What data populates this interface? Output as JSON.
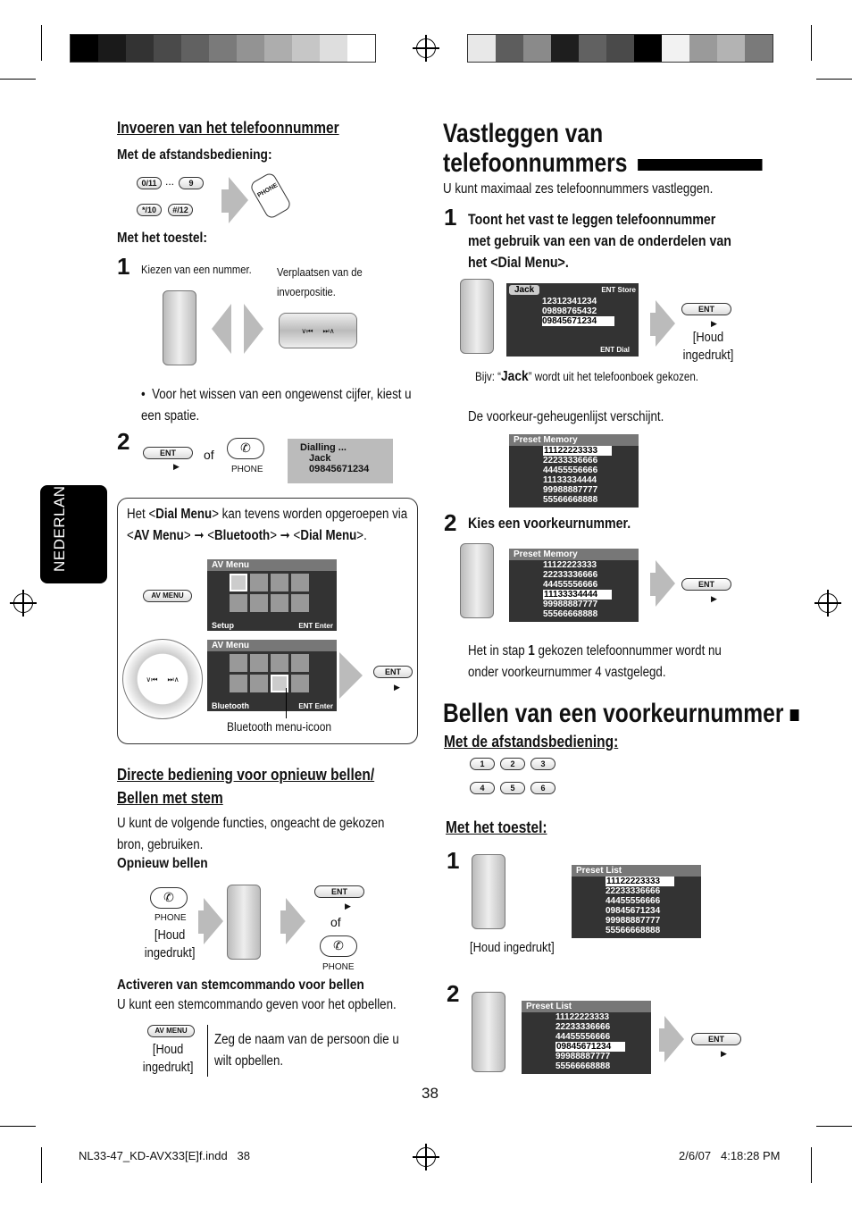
{
  "left": {
    "section1_title": "Invoeren van het telefoonnummer",
    "remote_label": "Met de afstandsbediening:",
    "key_labels": [
      "0/11",
      "9",
      "*/10",
      "#/12"
    ],
    "ellipsis": "...",
    "phone_key": "PHONE",
    "device_label": "Met het toestel:",
    "step1": "1",
    "step1_text_a": "Kiezen van een nummer.",
    "step1_text_b": "Verplaatsen van de invoerpositie.",
    "bullet": "Voor het wissen van een ongewenst cijfer, kiest u een spatie.",
    "step2": "2",
    "ent": "ENT",
    "of": "of",
    "phone": "PHONE",
    "dialling": [
      "Dialling ...",
      "Jack",
      "09845671234"
    ],
    "box_text_1": "Het <",
    "box_dial_menu": "Dial Menu",
    "box_text_2": "> kan tevens worden opgeroepen via",
    "box_av_menu": "AV Menu",
    "box_bluetooth": "Bluetooth",
    "av_menu_btn": "AV MENU",
    "avmenu_title": "AV Menu",
    "setup_label": "Setup",
    "enter_label": "Enter",
    "bluetooth_label": "Bluetooth",
    "bt_caption": "Bluetooth menu-icoon",
    "section2_title_a": "Directe bediening voor opnieuw bellen/",
    "section2_title_b": "Bellen met stem",
    "section2_text": "U kunt de volgende functies, ongeacht de gekozen bron, gebruiken.",
    "redial": "Opnieuw bellen",
    "hold": "[Houd ingedrukt]",
    "voice_title": "Activeren van stemcommando voor bellen",
    "voice_text": "U kunt een stemcommando geven voor het opbellen.",
    "voice_say": "Zeg de naam van de persoon die u wilt opbellen."
  },
  "side_tab": "NEDERLANDS",
  "right": {
    "title_a": "Vastleggen van",
    "title_b": "telefoonnummers",
    "intro": "U kunt maximaal zes telefoonnummers vastleggen.",
    "step1": "1",
    "step1_text": "Toont het vast te leggen telefoonnummer met gebruik van een van de onderdelen van het <Dial Menu>.",
    "jack_tag": "Jack",
    "store": "Store",
    "dial": "Dial",
    "jack_numbers": [
      "12312341234",
      "09898765432",
      "09845671234"
    ],
    "hold": "[Houd ingedrukt]",
    "example_a": "Bijv: “",
    "example_jack": "Jack",
    "example_b": "” wordt uit het telefoonboek gekozen.",
    "preset_appears": "De voorkeur-geheugenlijst verschijnt.",
    "preset_memory": "Preset Memory",
    "preset_numbers_1": [
      "11122223333",
      "22233336666",
      "44455556666",
      "11133334444",
      "99988887777",
      "55566668888"
    ],
    "step2": "2",
    "step2_text": "Kies een voorkeurnummer.",
    "preset_numbers_2": [
      "11122223333",
      "22233336666",
      "44455556666",
      "11133334444",
      "99988887777",
      "55566668888"
    ],
    "stored_a": "Het in stap ",
    "stored_b": "1",
    "stored_c": " gekozen telefoonnummer wordt nu onder voorkeurnummer 4 vastgelegd.",
    "title2": "Bellen van een voorkeurnummer",
    "remote_label": "Met de afstandsbediening:",
    "num_keys": [
      "1",
      "2",
      "3",
      "4",
      "5",
      "6"
    ],
    "device_label": "Met het toestel:",
    "preset_list": "Preset List",
    "list_numbers_1": [
      "11122223333",
      "22233336666",
      "44455556666",
      "09845671234",
      "99988887777",
      "55566668888"
    ],
    "list_numbers_2": [
      "11122223333",
      "22233336666",
      "44455556666",
      "09845671234",
      "99988887777",
      "55566668888"
    ],
    "ent": "ENT"
  },
  "page_number": "38",
  "footer_left": "NL33-47_KD-AVX33[E]f.indd   38",
  "footer_right": "2/6/07   4:18:28 PM"
}
